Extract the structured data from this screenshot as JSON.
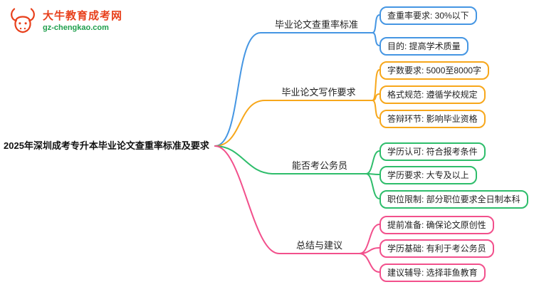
{
  "logo": {
    "brand": "大牛教育成考网",
    "domain": "gz-chengkao.com",
    "brand_color": "#e8401c",
    "domain_color": "#1f9f4d"
  },
  "root": {
    "label": "2025年深圳成考专升本毕业论文查重率标准及要求"
  },
  "branches": [
    {
      "label": "毕业论文查重率标准",
      "color": "#4596e3",
      "children": [
        {
          "label": "查重率要求: 30%以下"
        },
        {
          "label": "目的: 提高学术质量"
        }
      ]
    },
    {
      "label": "毕业论文写作要求",
      "color": "#f7a71b",
      "children": [
        {
          "label": "字数要求: 5000至8000字"
        },
        {
          "label": "格式规范: 遵循学校规定"
        },
        {
          "label": "答辩环节: 影响毕业资格"
        }
      ]
    },
    {
      "label": "能否考公务员",
      "color": "#2ebd6b",
      "children": [
        {
          "label": "学历认可: 符合报考条件"
        },
        {
          "label": "学历要求: 大专及以上"
        },
        {
          "label": "职位限制: 部分职位要求全日制本科"
        }
      ]
    },
    {
      "label": "总结与建议",
      "color": "#f2508c",
      "children": [
        {
          "label": "提前准备: 确保论文原创性"
        },
        {
          "label": "学历基础: 有利于考公务员"
        },
        {
          "label": "建议辅导: 选择菲鱼教育"
        }
      ]
    }
  ]
}
